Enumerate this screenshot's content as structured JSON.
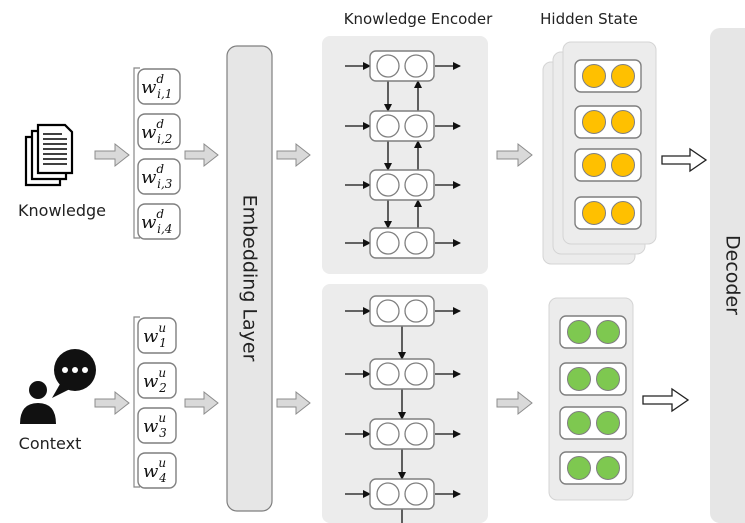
{
  "labels": {
    "knowledge": "Knowledge",
    "context": "Context",
    "embedding_layer": "Embedding Layer",
    "knowledge_encoder": "Knowledge Encoder",
    "hidden_state": "Hidden State",
    "decoder": "Decoder"
  },
  "knowledge_tokens": [
    {
      "base": "w",
      "sup": "d",
      "sub": "i,1"
    },
    {
      "base": "w",
      "sup": "d",
      "sub": "i,2"
    },
    {
      "base": "w",
      "sup": "d",
      "sub": "i,3"
    },
    {
      "base": "w",
      "sup": "d",
      "sub": "i,4"
    }
  ],
  "context_tokens": [
    {
      "base": "w",
      "sup": "u",
      "sub": "1"
    },
    {
      "base": "w",
      "sup": "u",
      "sub": "2"
    },
    {
      "base": "w",
      "sup": "u",
      "sub": "3"
    },
    {
      "base": "w",
      "sup": "u",
      "sub": "4"
    }
  ],
  "colors": {
    "panel": "#ececec",
    "embedding": "#e6e6e6",
    "cell_fill": "#ffffff",
    "cell_border": "#7f7f7f",
    "knowledge_state": "#ffc000",
    "context_state": "#7ec850",
    "arrow_fill": "#d9d9d9",
    "arrow_stroke": "#8c8c8c"
  }
}
